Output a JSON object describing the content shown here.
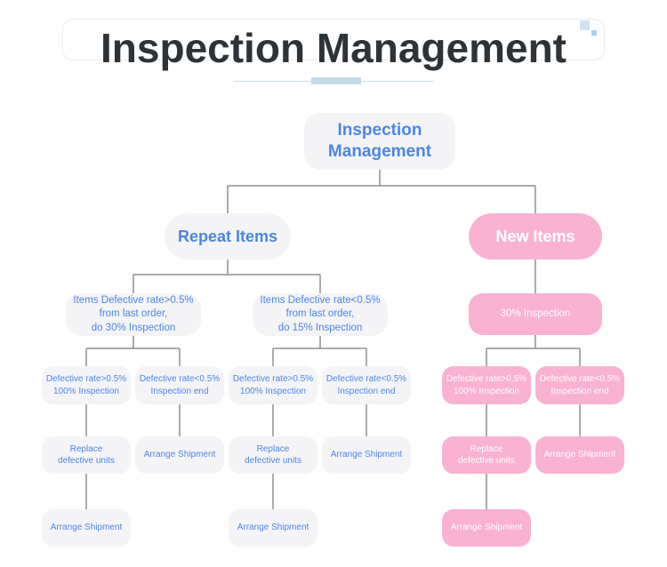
{
  "header": {
    "title": "Inspection Management"
  },
  "colors": {
    "title_text": "#2e3338",
    "blue_text": "#4a86e8",
    "pink_node": "#f9b2d1",
    "gray_node": "#f4f4f6",
    "connector_line": "#8f8f8f",
    "underline_blue": "#c5dcea"
  },
  "flowchart": {
    "root": {
      "label": "Inspection Management"
    },
    "repeat_items": {
      "label": "Repeat Items"
    },
    "new_items": {
      "label": "New Items"
    },
    "repeat_cond_high": {
      "label": "Items Defective rate>0.5%\nfrom last order,\ndo 30% Inspection"
    },
    "repeat_cond_low": {
      "label": "Items Defective rate<0.5%\nfrom last order,\ndo 15% Inspection"
    },
    "new_inspection": {
      "label": "30% Inspection"
    },
    "branch1": {
      "def_high": {
        "label": "Defective rate>0.5%\n100% Inspection"
      },
      "def_low": {
        "label": "Defective rate<0.5%\nInspection end"
      },
      "replace": {
        "label": "Replace\ndefective units"
      },
      "arrange": {
        "label": "Arrange Shipment"
      },
      "final_arrange": {
        "label": "Arrange Shipment"
      }
    },
    "branch2": {
      "def_high": {
        "label": "Defective rate>0.5%\n100% Inspection"
      },
      "def_low": {
        "label": "Defective rate<0.5%\nInspection end"
      },
      "replace": {
        "label": "Replace\ndefective units"
      },
      "arrange": {
        "label": "Arrange Shipment"
      },
      "final_arrange": {
        "label": "Arrange Shipment"
      }
    },
    "branch3": {
      "def_high": {
        "label": "Defective rate>0.5%\n100% Inspection"
      },
      "def_low": {
        "label": "Defective rate<0.5%\nInspection end"
      },
      "replace": {
        "label": "Replace\ndefective units"
      },
      "arrange": {
        "label": "Arrange Shipment"
      },
      "final_arrange": {
        "label": "Arrange Shipment"
      }
    }
  }
}
